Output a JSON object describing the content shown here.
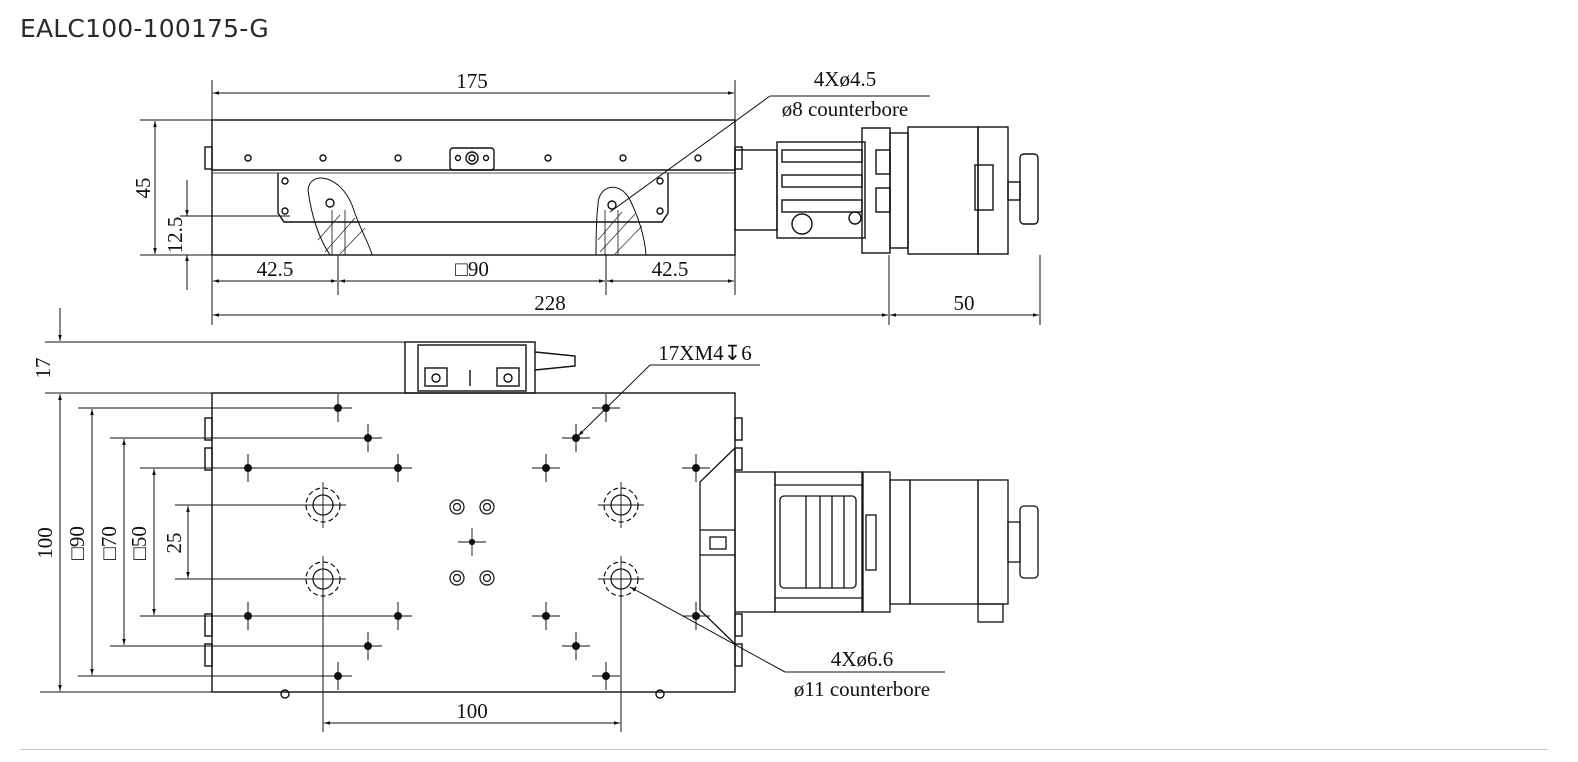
{
  "title": "EALC100-100175-G",
  "top_view": {
    "dim_length": "175",
    "dim_height": "45",
    "dim_12_5": "12.5",
    "dim_left": "42.5",
    "dim_center": "□90",
    "dim_right": "42.5",
    "dim_total": "228",
    "dim_motor": "50",
    "callout_holes": "4Xø4.5",
    "callout_counterbore": "ø8 counterbore"
  },
  "plan_view": {
    "dim_17": "17",
    "dim_100": "100",
    "dim_sq90": "□90",
    "dim_sq70": "□70",
    "dim_sq50": "□50",
    "dim_25": "25",
    "dim_bottom_100": "100",
    "callout_tapped": "17XM4↧6",
    "callout_holes": "4Xø6.6",
    "callout_counterbore": "ø11 counterbore"
  },
  "colors": {
    "line": "#111111",
    "title": "#2a2a2a",
    "rule": "#c8c8c8"
  }
}
